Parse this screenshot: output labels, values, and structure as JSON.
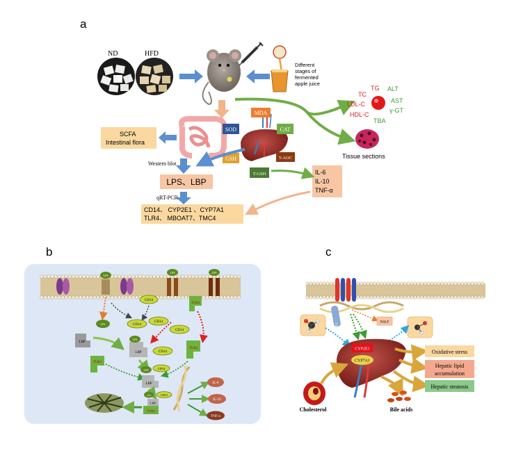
{
  "panels": {
    "a": "a",
    "b": "b",
    "c": "c"
  },
  "panel_a": {
    "diets": [
      "ND",
      "HFD"
    ],
    "juice": [
      "Different",
      "stages of",
      "fermented",
      "apple juice"
    ],
    "serum_red": [
      "TC",
      "TG",
      "LDL-C",
      "HDL-C"
    ],
    "serum_green": [
      "ALT",
      "AST",
      "γ-GT",
      "TBA"
    ],
    "tissue": "Tissue sections",
    "oxidative": {
      "mda": "MDA",
      "sod": "SOD",
      "cat": "CAT",
      "gsh": "GSH",
      "taoc": "T-AOC",
      "tgsh": "T-GSH"
    },
    "scfa": [
      "SCFA",
      "Intestinal flora"
    ],
    "western_blot": "Western blot",
    "lps_lbp": "LPS、LBP",
    "qrt": "qRT-PCR",
    "genes": [
      "CD14、 CYP2E1 、CYP7A1",
      "TLR4、 MBOAT7、TMC4"
    ],
    "cytokines": [
      "IL-6",
      "IL-10",
      "TNF-α"
    ]
  },
  "panel_b": {
    "lps": "LPS",
    "lbp": "LBP",
    "cd14": "CD14",
    "tlr4": "TLR4",
    "outputs": [
      "IL-6",
      "IL-10",
      "TNF-α"
    ]
  },
  "panel_c": {
    "enzymes": [
      "CYP2E1",
      "CYP7A1"
    ],
    "small": {
      "alt": "ALT",
      "nalf": "NALF"
    },
    "outcomes": [
      "Oxidative stress",
      "Hepatic lipid",
      "accumulation",
      "Hepatic steatosis"
    ],
    "cholesterol": "Cholesterol",
    "bile_acids": "Bile acids"
  },
  "colors": {
    "orange_box": "#fbd8a0",
    "peach_box": "#f7c6a4",
    "blue_arrow": "#5b8fd0",
    "green_arrow": "#70ad47",
    "membrane_bg": "#dde7f5"
  }
}
